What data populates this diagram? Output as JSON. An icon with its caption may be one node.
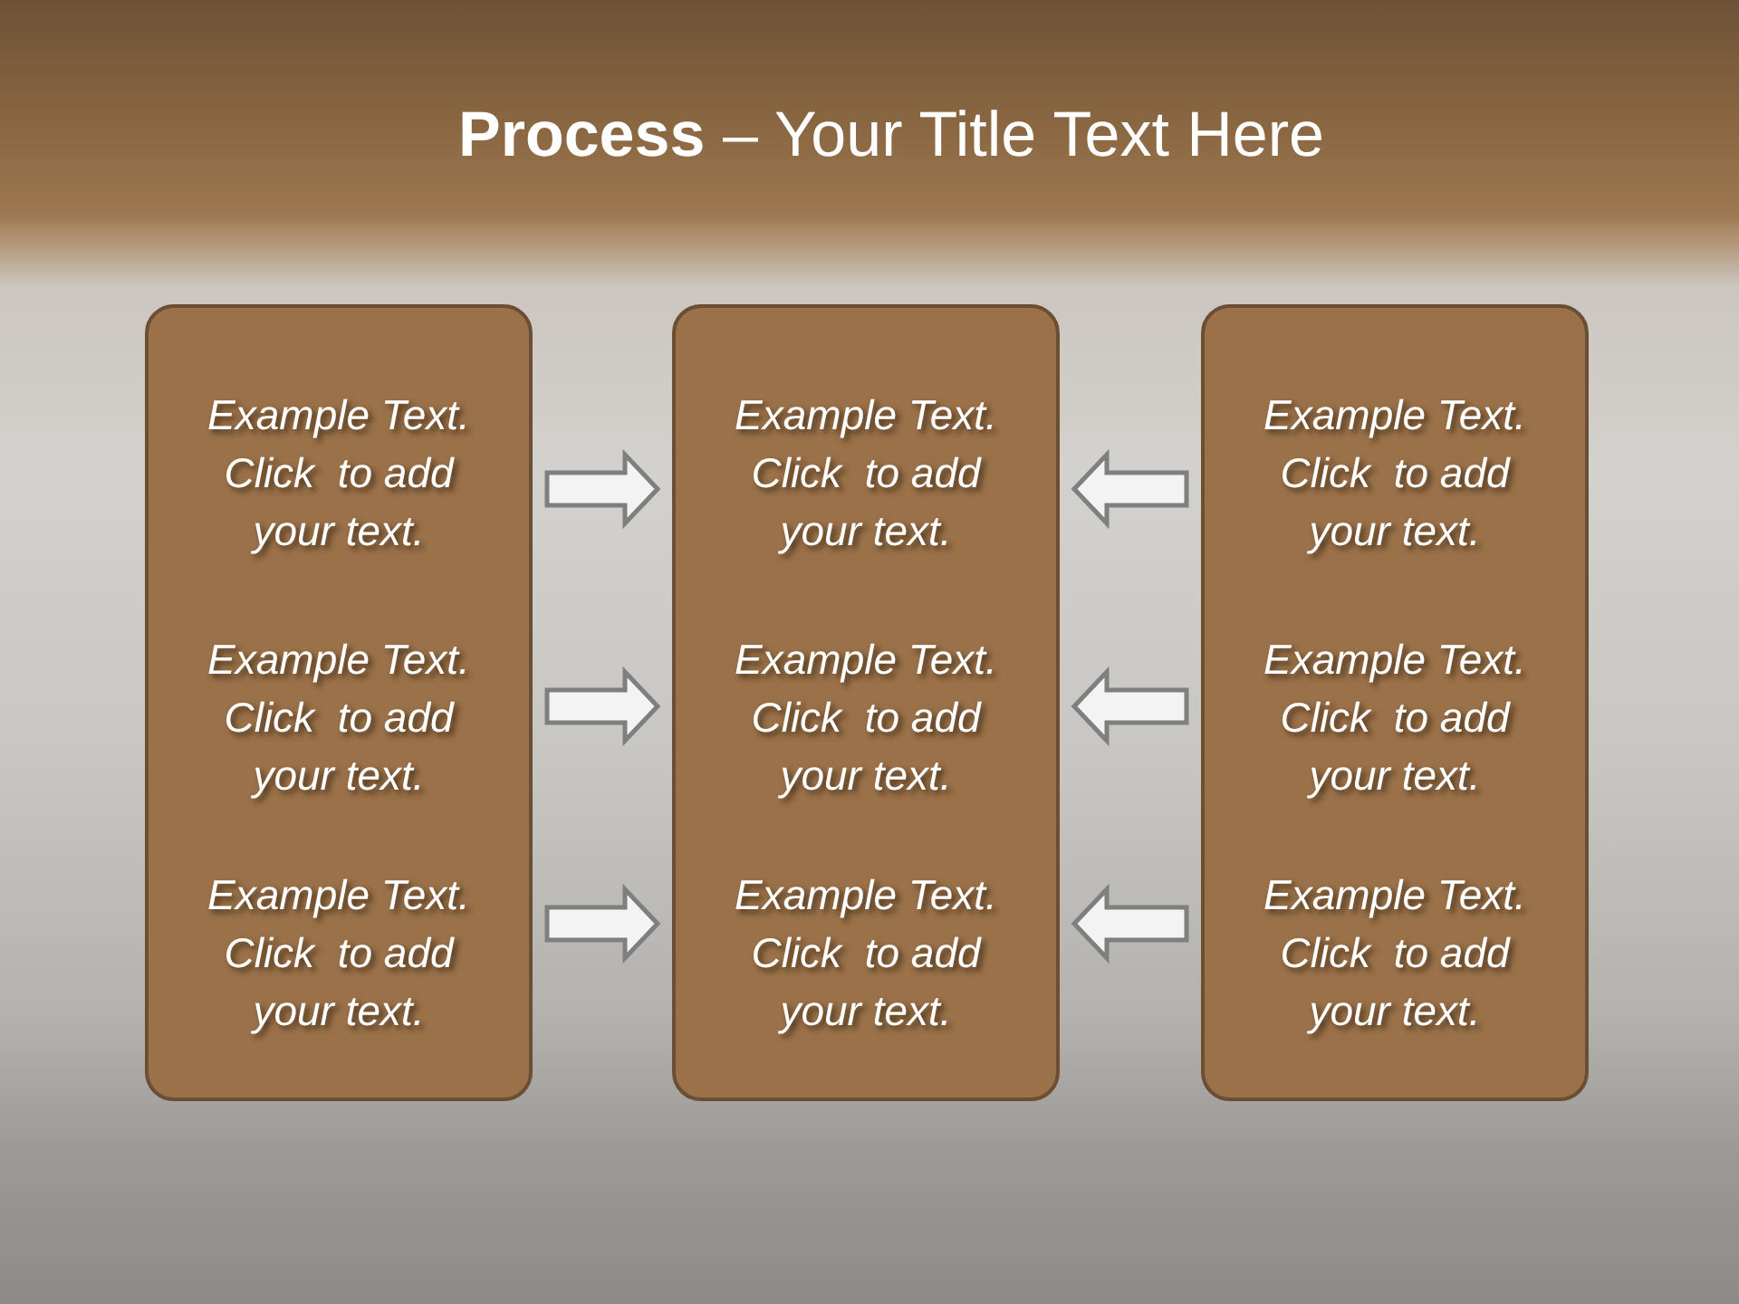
{
  "diagram": {
    "title": "**Process** – Your Title Text Here",
    "nodes": [
      {
        "text": [
          "Example Text. Click  to add your text.",
          "Example Text. Click  to add your text.",
          "Example Text. Click  to add your text."
        ]
      },
      {
        "text": [
          "Example Text. Click  to add your text.",
          "Example Text. Click  to add your text.",
          "Example Text. Click  to add your text."
        ]
      },
      {
        "text": [
          "Example Text. Click  to add your text.",
          "Example Text. Click  to add your text.",
          "Example Text. Click  to add your text."
        ]
      }
    ],
    "edges": [
      {
        "from": 0,
        "to": 1,
        "arrow": "to"
      },
      {
        "from": 2,
        "to": 1,
        "arrow": "to"
      },
      {
        "from": 0,
        "to": 1,
        "arrow": "to"
      },
      {
        "from": 2,
        "to": 1,
        "arrow": "to"
      },
      {
        "from": 0,
        "to": 1,
        "arrow": "to"
      },
      {
        "from": 2,
        "to": 1,
        "arrow": "to"
      }
    ]
  }
}
